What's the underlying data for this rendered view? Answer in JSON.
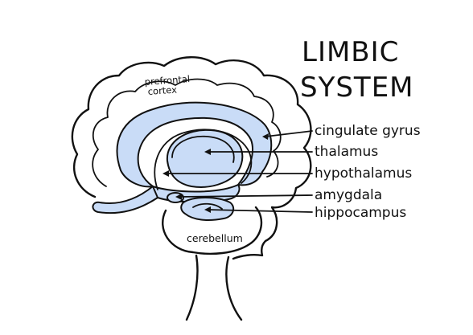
{
  "title_line1": "LIMBIC",
  "title_line2": "SYSTEM",
  "labels": {
    "prefrontal_line1": "prefrontal",
    "prefrontal_line2": "cortex",
    "cerebellum": "cerebellum",
    "cingulate_gyrus": "cingulate gyrus",
    "thalamus": "thalamus",
    "hypothalamus": "hypothalamus",
    "amygdala": "amygdala",
    "hippocampus": "hippocampus"
  },
  "colors": {
    "limbic_fill": "#c9dcf7",
    "outline": "#111111",
    "background": "#ffffff"
  }
}
